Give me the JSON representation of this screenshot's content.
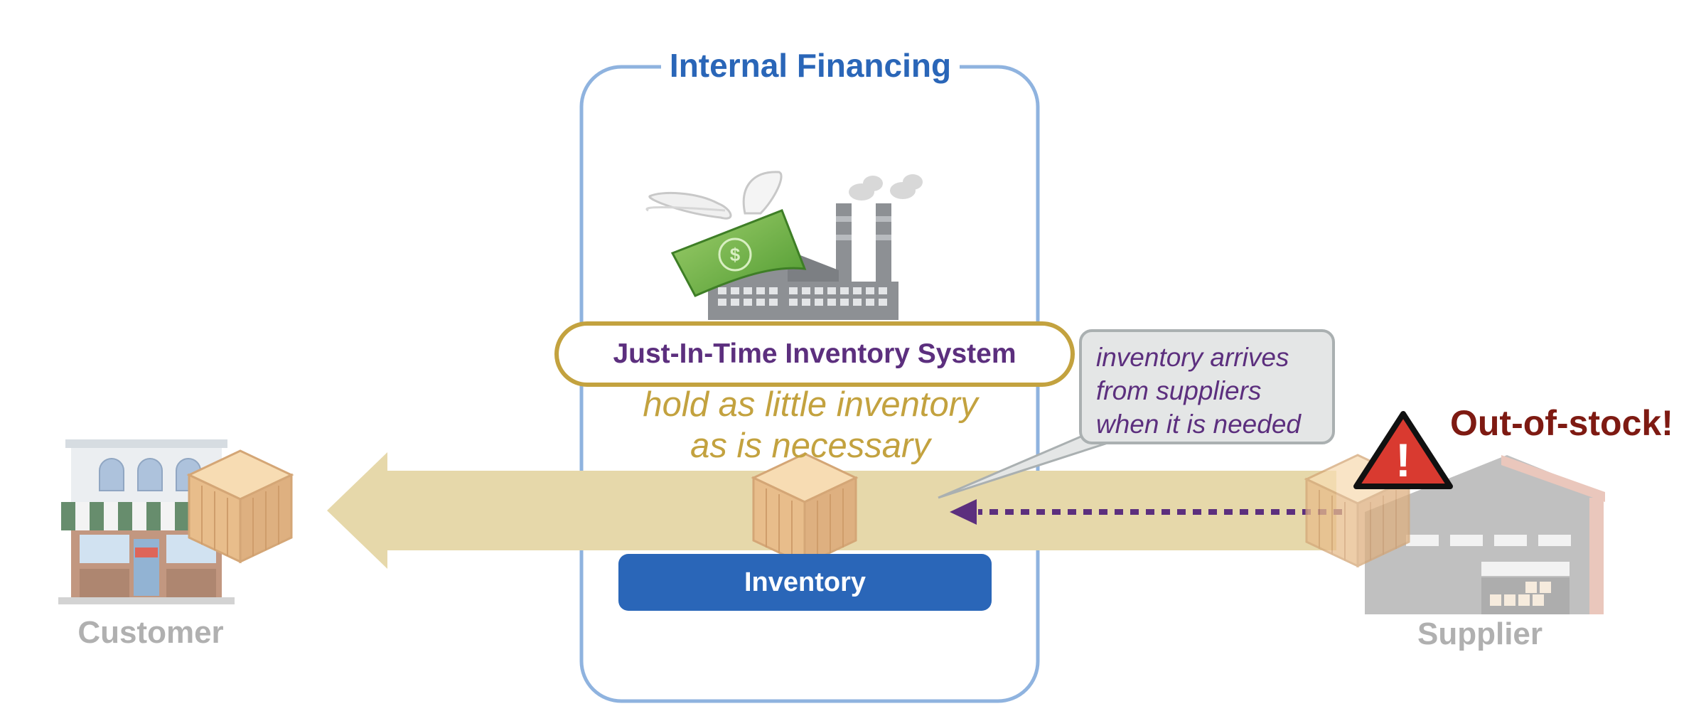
{
  "frame": {
    "title": "Internal Financing"
  },
  "jit": {
    "label": "Just-In-Time Inventory System",
    "description_line1": "hold as little inventory",
    "description_line2": "as is necessary"
  },
  "callout": {
    "line1": "inventory arrives",
    "line2": "from suppliers",
    "line3": "when it is needed"
  },
  "inventory": {
    "label": "Inventory"
  },
  "alert": {
    "text": "Out-of-stock!",
    "icon": "warning-icon",
    "symbol": "!"
  },
  "customer": {
    "label": "Customer"
  },
  "supplier": {
    "label": "Supplier"
  },
  "colors": {
    "frame_border": "#8fb3df",
    "title_blue": "#2a66b8",
    "gold": "#c3a23f",
    "purple": "#5c2f7e",
    "flow_arrow": "#e6d8aa",
    "alert_red": "#d93a30",
    "alert_text": "#7e1a12",
    "muted_label": "#b0b0b0"
  }
}
